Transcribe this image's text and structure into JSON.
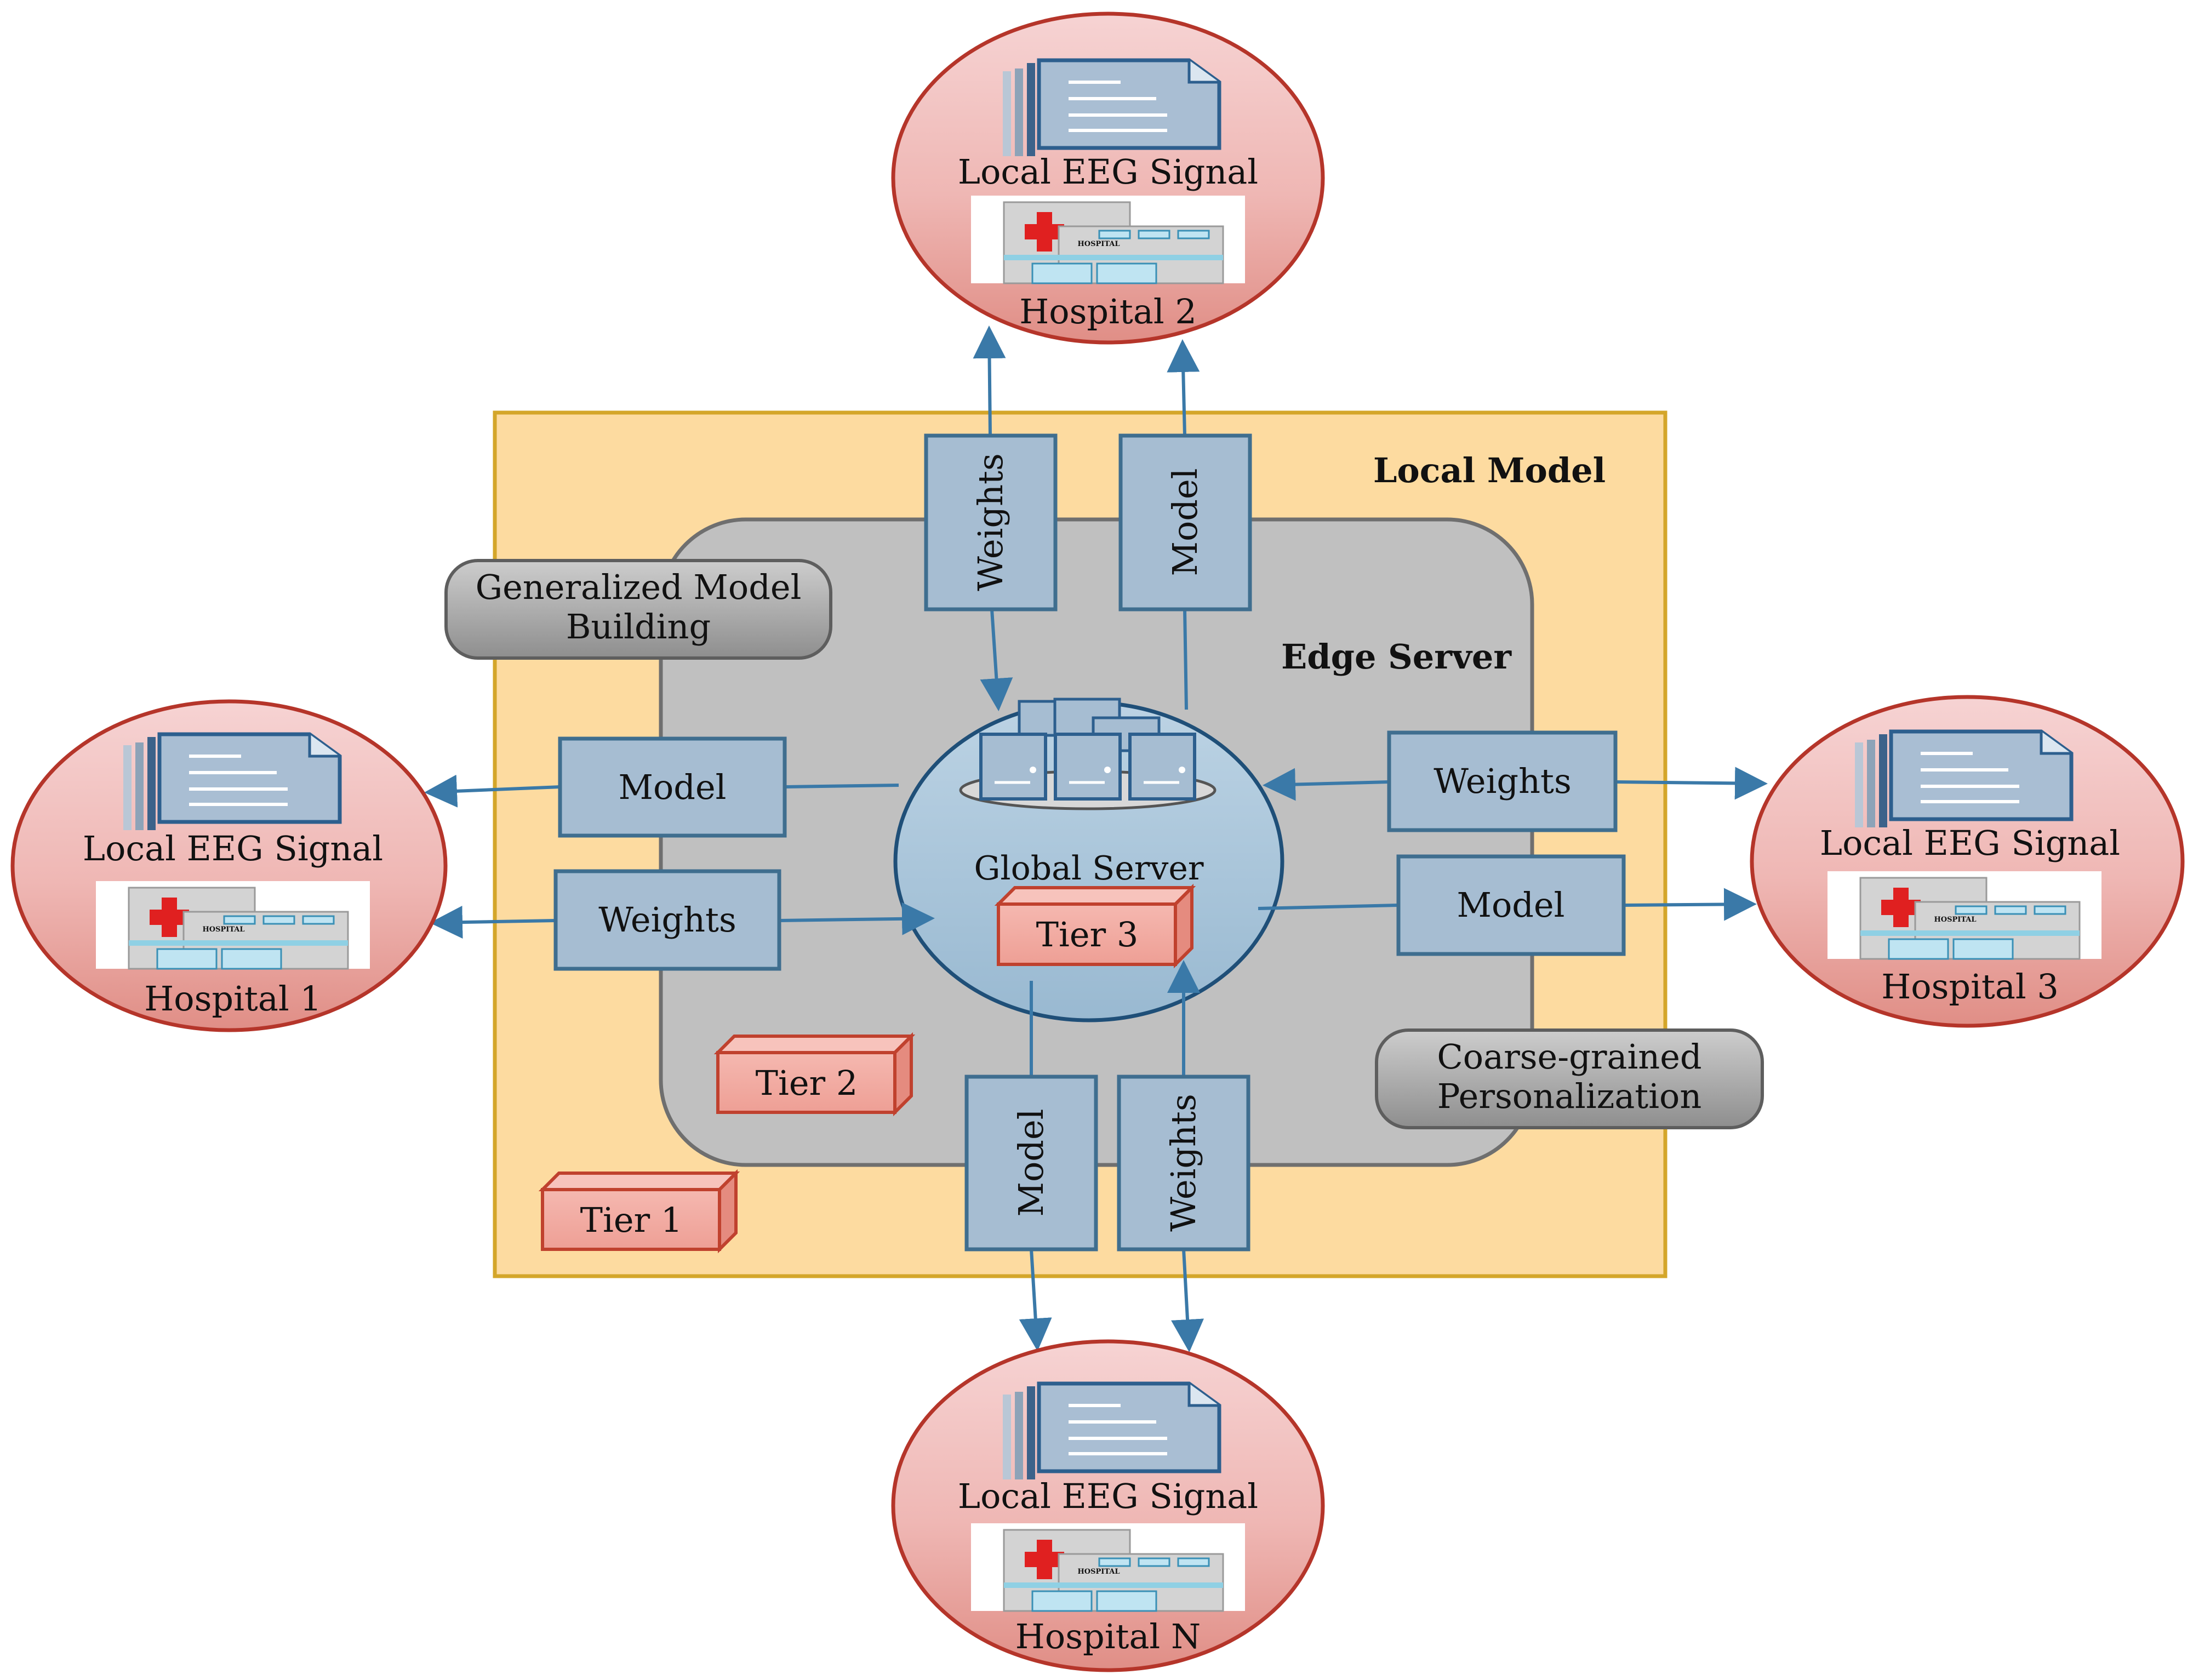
{
  "local_model_label": "Local Model",
  "edge_server_label": "Edge Server",
  "global_server_label": "Global Server",
  "tiers": {
    "tier1": "Tier 1",
    "tier2": "Tier 2",
    "tier3": "Tier 3"
  },
  "generalized_label": [
    "Generalized Model",
    "Building"
  ],
  "coarse_label": [
    "Coarse-grained",
    "Personalization"
  ],
  "box_labels": {
    "model": "Model",
    "weights": "Weights"
  },
  "hospitals": [
    {
      "name": "Hospital 2",
      "signal": "Local EEG Signal",
      "sign": "HOSPITAL"
    },
    {
      "name": "Hospital 1",
      "signal": "Local EEG Signal",
      "sign": "HOSPITAL"
    },
    {
      "name": "Hospital 3",
      "signal": "Local EEG Signal",
      "sign": "HOSPITAL"
    },
    {
      "name": "Hospital N",
      "signal": "Local EEG Signal",
      "sign": "HOSPITAL"
    }
  ],
  "colors": {
    "local_model_bg": "#fddba0",
    "local_model_border": "#d4a62a",
    "edge_bg": "#c0c0c0",
    "edge_border": "#6f6f6f",
    "box_fill": "#a6bdd2",
    "box_border": "#3f6e8f",
    "arrow": "#3a79a8",
    "global_fill": "#a6c2d8",
    "global_border": "#1f4f78",
    "tier_fill": "#f2aaa2",
    "tier_border": "#c0412e",
    "hospital_border": "#b5352a",
    "gray_label_fill": "#a7a7a7"
  }
}
